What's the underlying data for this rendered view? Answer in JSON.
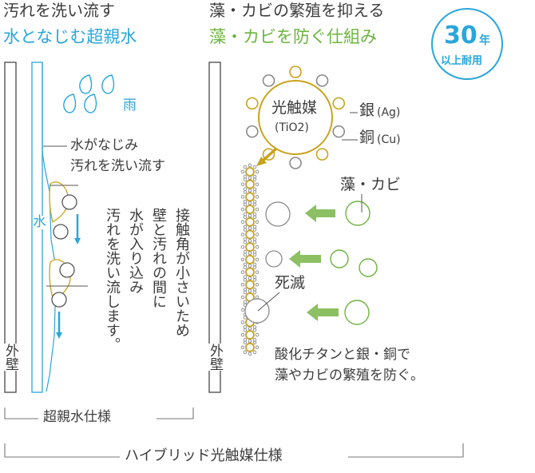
{
  "left": {
    "heading": "汚れを洗い流す",
    "subheading": "水となじむ超親水",
    "rain_label": "雨",
    "annotation_line1": "水がなじみ",
    "annotation_line2": "汚れを洗い流す",
    "water_label": "水",
    "vertical_text_cols": [
      "接触角が小さいため",
      "壁と汚れの間に",
      "水が入り込み",
      "汚れを洗い流します。"
    ],
    "wall_label": "外壁",
    "footer_label": "超親水仕様"
  },
  "right": {
    "heading": "藻・カビの繁殖を抑える",
    "subheading": "藻・カビを防ぐ仕組み",
    "badge_number": "30",
    "badge_unit": "年",
    "badge_caption": "以上耐用",
    "catalyst_label": "光触媒",
    "catalyst_formula": "(TiO2)",
    "silver_label": "銀",
    "silver_symbol": "(Ag)",
    "copper_label": "銅",
    "copper_symbol": "(Cu)",
    "algae_label": "藻・カビ",
    "dead_label": "死滅",
    "description_line1": "酸化チタンと銀・銅で",
    "description_line2": "藻やカビの繁殖を防ぐ。",
    "wall_label": "外壁"
  },
  "bottom_label": "ハイブリッド光触媒仕様",
  "colors": {
    "blue": "#29a6dc",
    "green": "#6db33f",
    "gold": "#c9a21c",
    "gray": "#8a8a8a",
    "text": "#3c3c3c"
  }
}
